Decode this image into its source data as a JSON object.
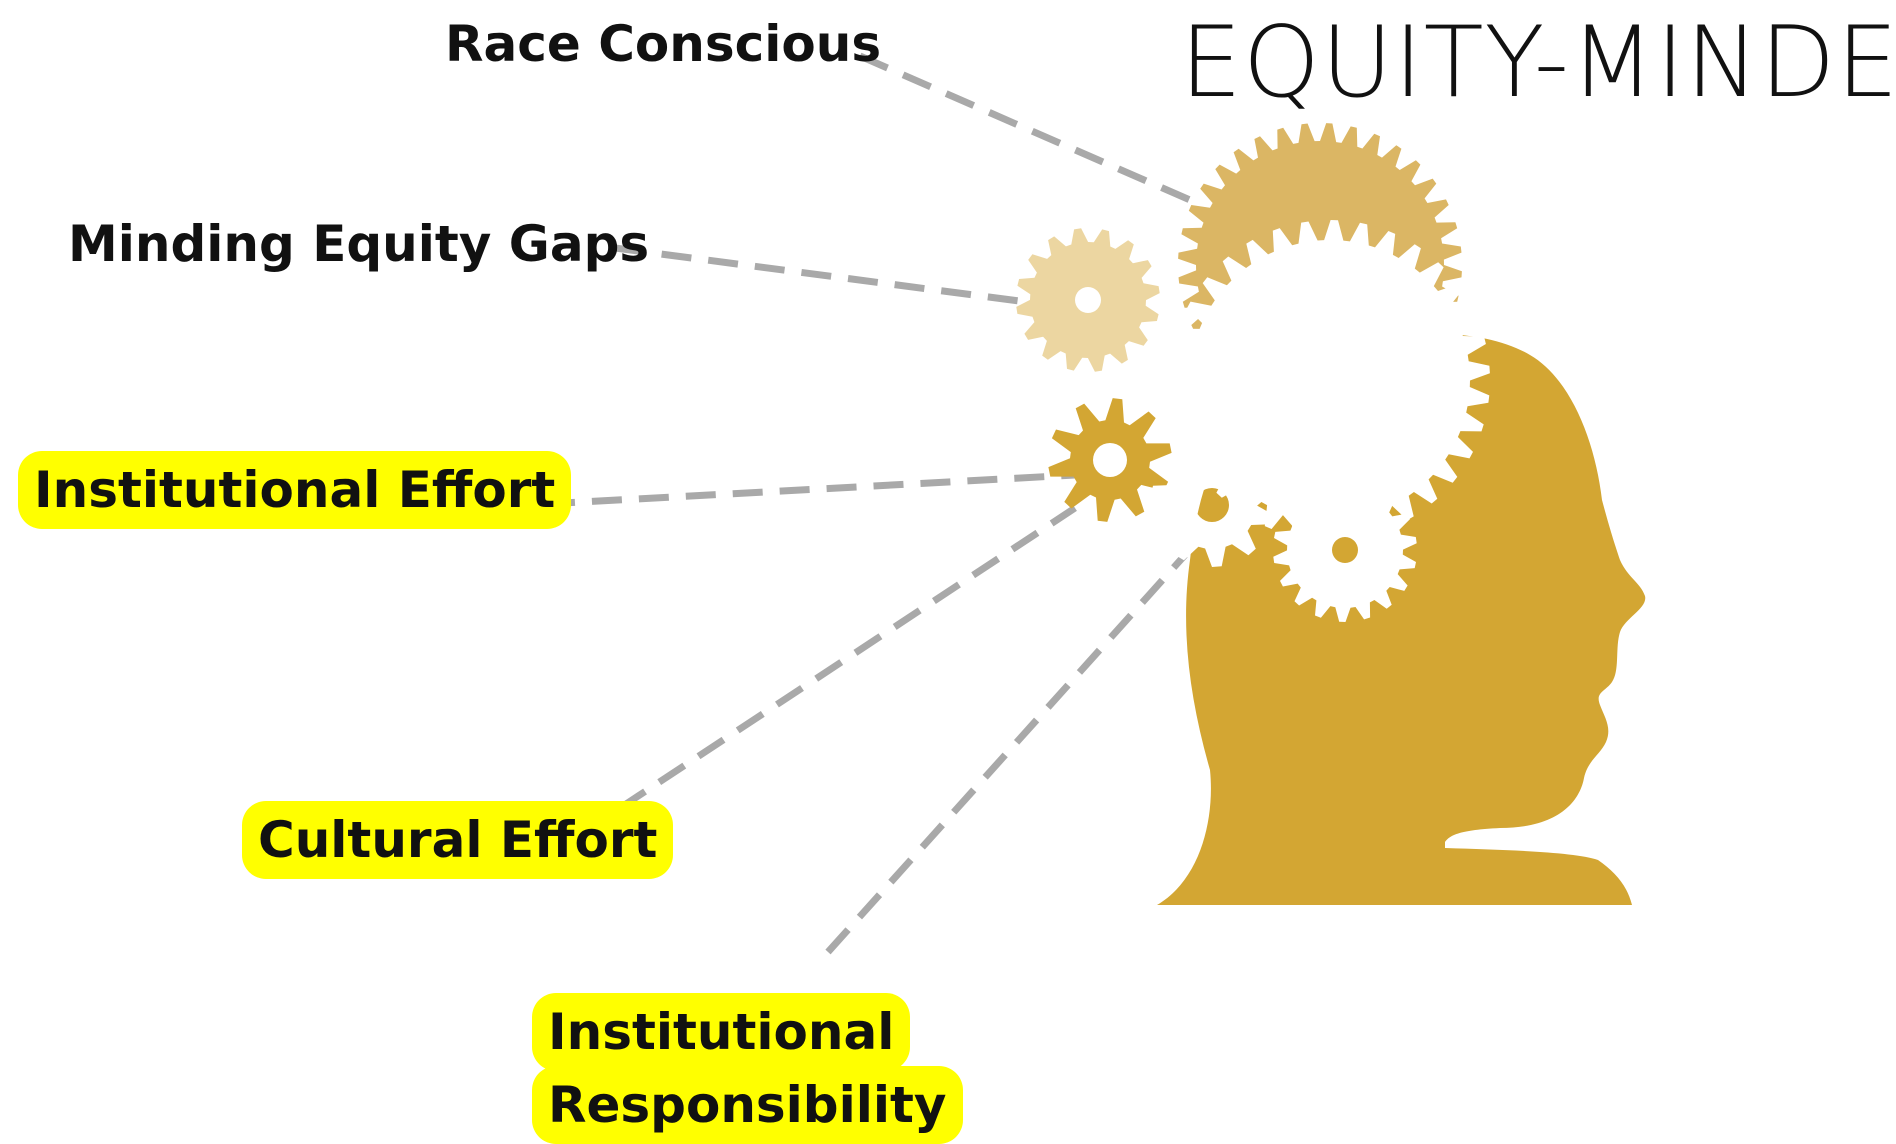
{
  "title": "EQUITY-MINDED",
  "colors": {
    "head": "#d3a633",
    "gear_large": "#dbb664",
    "gear_pale": "#ecd6a1",
    "gear_small": "#d3a633",
    "gear_white": "#ffffff",
    "connector": "#a9a9a9",
    "highlight": "#ffff00"
  },
  "labels": {
    "race_conscious": "Race Conscious",
    "minding_equity_gaps": "Minding Equity Gaps",
    "institutional_effort": "Institutional Effort",
    "cultural_effort": "Cultural Effort",
    "institutional_responsibility_1": "Institutional",
    "institutional_responsibility_2": "Responsibility"
  }
}
